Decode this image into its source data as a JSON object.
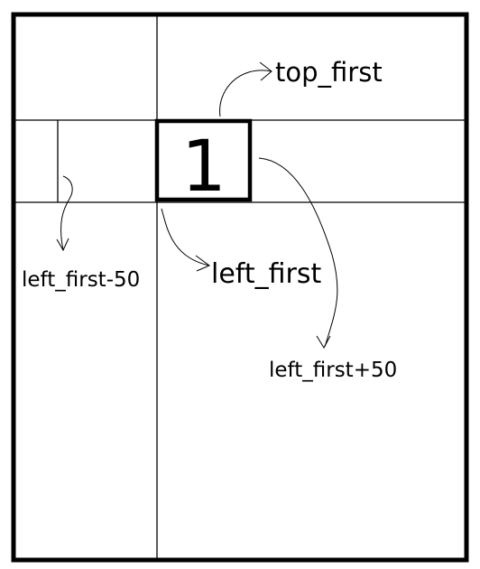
{
  "box_number": "1",
  "labels": {
    "top_first": "top_first",
    "left_first_minus_50": "left_first-50",
    "left_first": "left_first",
    "left_first_plus_50": "left_first+50"
  },
  "colors": {
    "stroke": "#000000",
    "background": "#ffffff"
  }
}
